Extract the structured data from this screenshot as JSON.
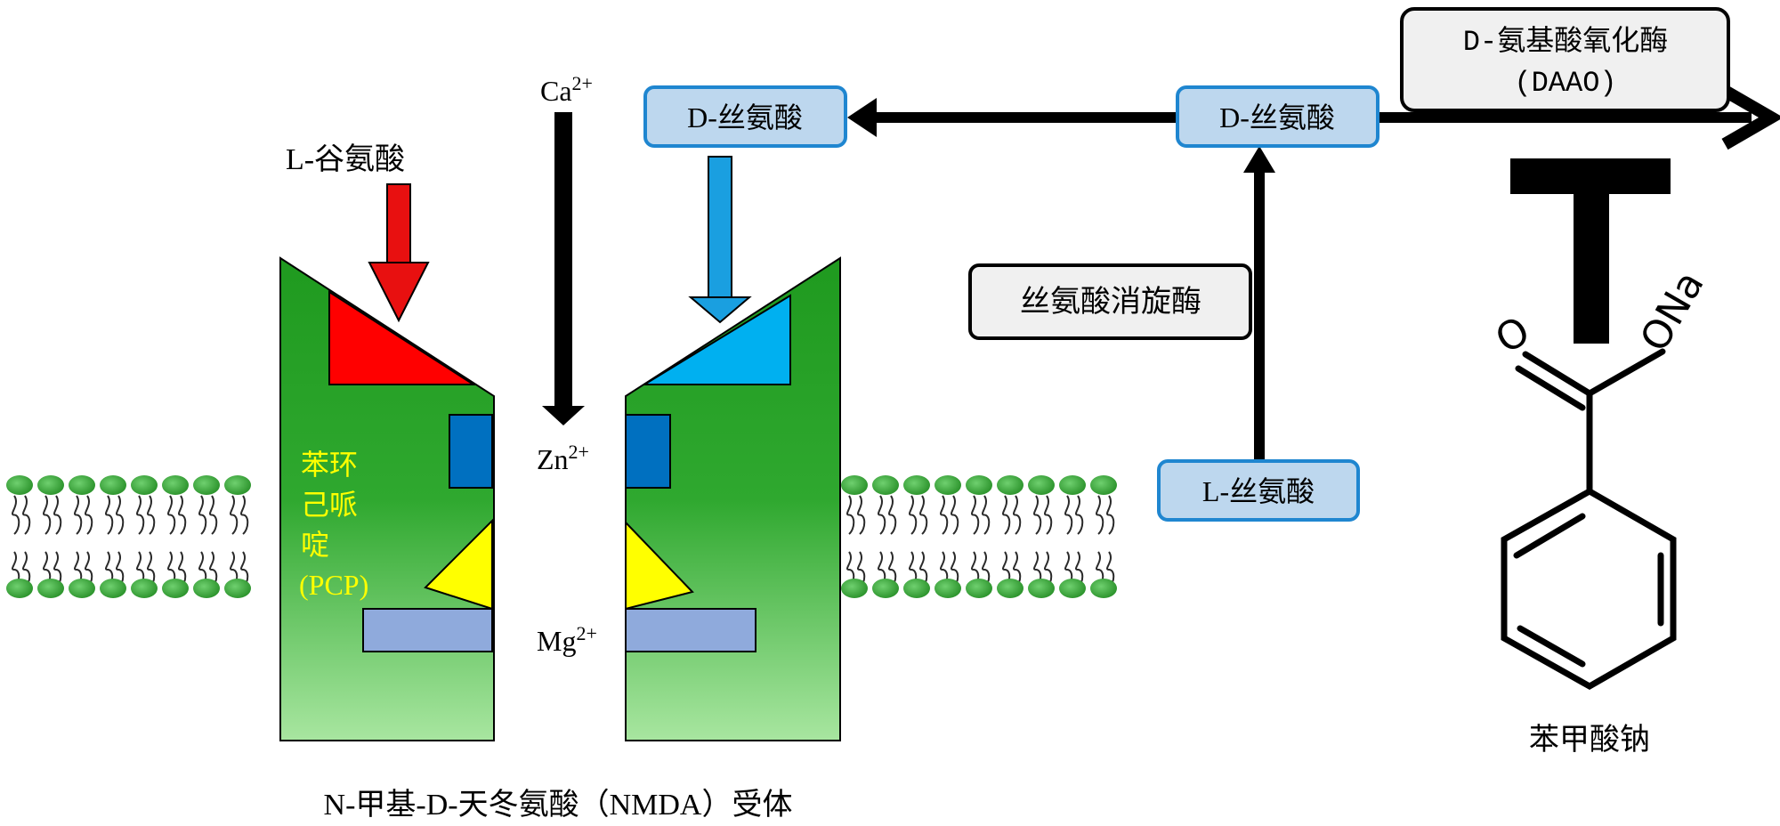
{
  "labels": {
    "l_glutamate": "L-谷氨酸",
    "ca": "Ca",
    "ca_sup": "2+",
    "zn": "Zn",
    "zn_sup": "2+",
    "mg": "Mg",
    "mg_sup": "2+",
    "pcp_line1": "苯环",
    "pcp_line2": "己哌",
    "pcp_line3": "啶",
    "pcp_line4": "(PCP)",
    "receptor": "N-甲基-D-天冬氨酸（NMDA）受体",
    "benzoate": "苯甲酸钠",
    "o_label": "O",
    "ona_label": "ONa"
  },
  "boxes": {
    "d_serine_left": "D-丝氨酸",
    "d_serine_right": "D-丝氨酸",
    "l_serine": "L-丝氨酸",
    "racemase": "丝氨酸消旋酶",
    "daao_line1": "D-氨基酸氧化酶",
    "daao_line2": "(DAAO)"
  },
  "colors": {
    "receptor_top": "#1f9a1f",
    "receptor_bottom": "#a8e6a0",
    "glutamate_site": "#ff0000",
    "glutamate_arrow": "#e81010",
    "dserine_site": "#00b0f0",
    "dserine_arrow": "#1a9fe0",
    "blue_block": "#0070c0",
    "pcp_site": "#ffff00",
    "mg_bar": "#8faadc",
    "box_blue_fill": "#bdd7ee",
    "box_blue_border": "#1f86d0",
    "box_gray_fill": "#f0f0f0",
    "pcp_text": "#ffff00",
    "membrane_head": "#3aa63a"
  }
}
